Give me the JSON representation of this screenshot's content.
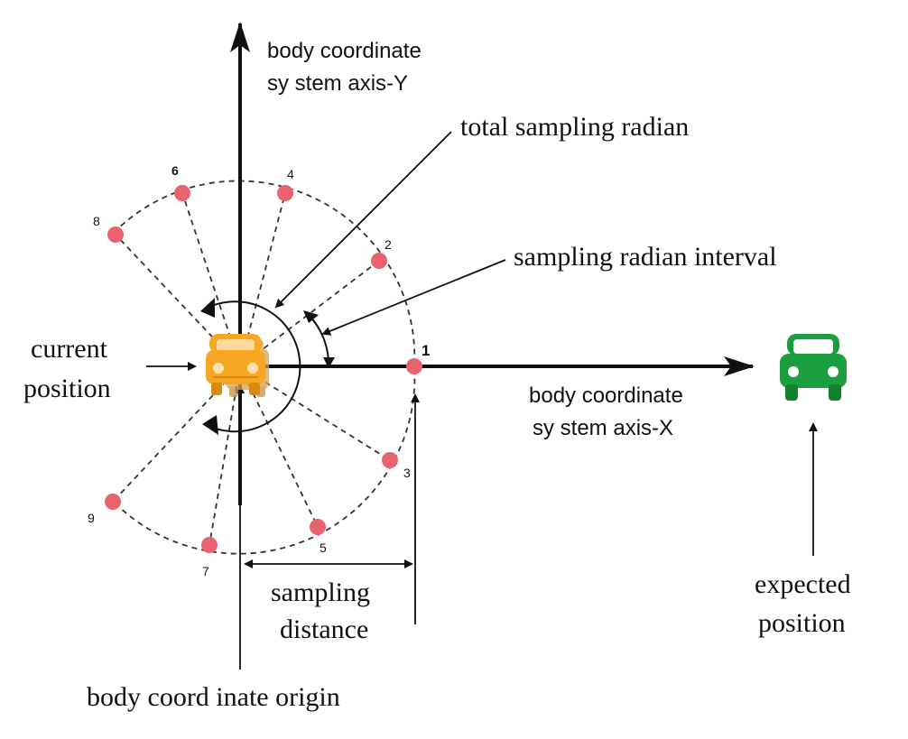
{
  "labels": {
    "axis_y_line1": "body  coordinate",
    "axis_y_line2": "sy stem  axis-Y",
    "axis_x_line1": "body  coordinate",
    "axis_x_line2": "sy stem  axis-X",
    "total_sampling_radian": "total sampling radian",
    "sampling_radian_interval": "sampling radian interval",
    "current_position_line1": "current",
    "current_position_line2": "position",
    "expected_position_line1": "expected",
    "expected_position_line2": "position",
    "sampling_distance_line1": "sampling",
    "sampling_distance_line2": "distance",
    "body_origin": "body coord inate origin"
  },
  "sample_points": [
    {
      "label": "1"
    },
    {
      "label": "2"
    },
    {
      "label": "3"
    },
    {
      "label": "4"
    },
    {
      "label": "5"
    },
    {
      "label": "6"
    },
    {
      "label": "7"
    },
    {
      "label": "8"
    },
    {
      "label": "9"
    }
  ],
  "colors": {
    "sample_point": "#e8636d",
    "current_car": "#f5a623",
    "expected_car": "#1a9e3f",
    "line": "#111111"
  },
  "icons": {
    "current_car": "car-front-icon",
    "expected_car": "car-front-icon"
  }
}
